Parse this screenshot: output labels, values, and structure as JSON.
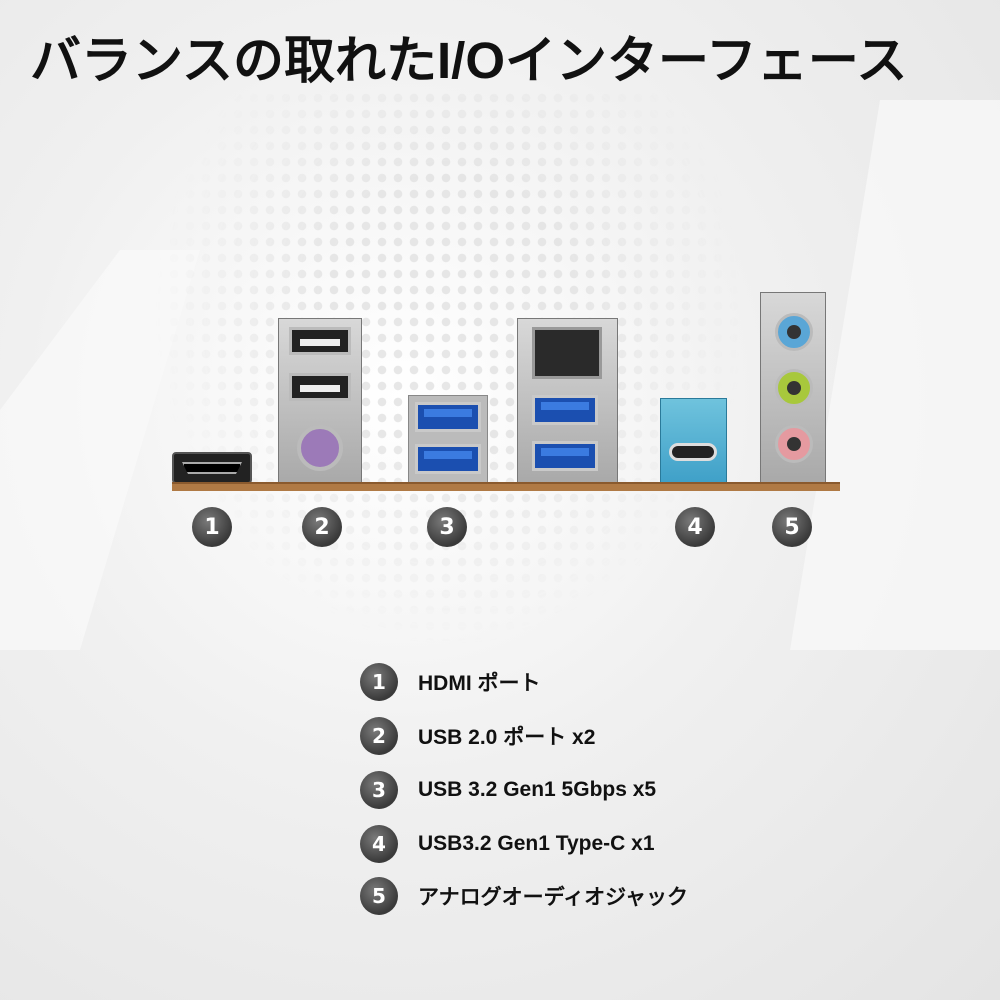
{
  "title": "バランスの取れたI/Oインターフェース",
  "callout_numbers": [
    "1",
    "2",
    "3",
    "4",
    "5"
  ],
  "legend": [
    {
      "number": "1",
      "label": "HDMI ポート"
    },
    {
      "number": "2",
      "label": "USB 2.0 ポート x2"
    },
    {
      "number": "3",
      "label": "USB 3.2 Gen1 5Gbps x5"
    },
    {
      "number": "4",
      "label": "USB3.2 Gen1 Type-C x1"
    },
    {
      "number": "5",
      "label": "アナログオーディオジャック"
    }
  ],
  "colors": {
    "board": "#b07a45",
    "usb3": "#1b4fb0",
    "typec": "#3fa0c8",
    "audio_blue": "#5aa6d6",
    "audio_green": "#a8c83c",
    "audio_pink": "#e59aa0",
    "ps2": "#9c7ab8"
  }
}
